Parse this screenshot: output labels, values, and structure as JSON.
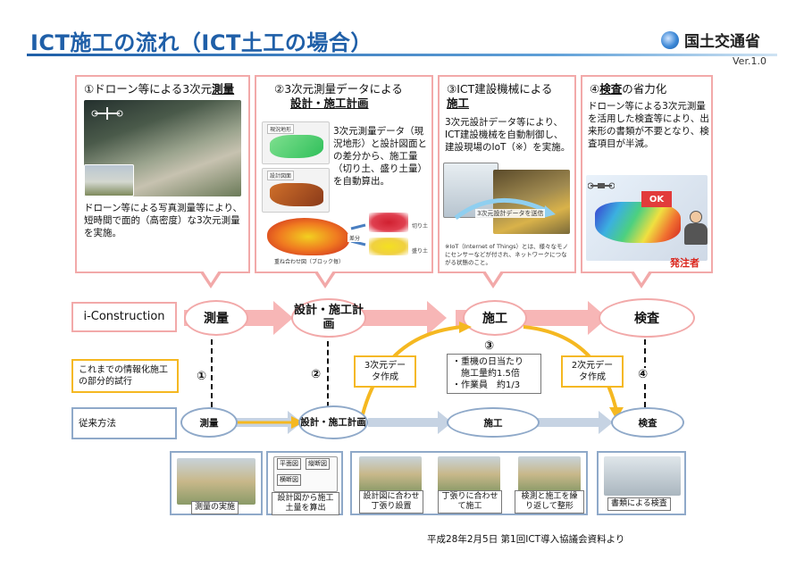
{
  "header": {
    "title": "ICT施工の流れ（ICT土工の場合）",
    "logo_text": "国土交通省",
    "logo_icon": "ministry-logo-icon",
    "version": "Ver.1.0"
  },
  "panels": [
    {
      "head_prefix": "①ドローン等による3次元",
      "head_bold": "測量",
      "desc": "ドローン等による写真測量等により、短時間で面的（高密度）な3次元測量を実施。"
    },
    {
      "head_prefix": "②3次元測量データによる",
      "head_bold": "設計・施工計画",
      "desc": "3次元測量データ（現況地形）と設計図面との差分から、施工量（切り土、盛り土量）を自動算出。",
      "tags": {
        "current": "現況地形",
        "design": "設計図面",
        "diff": "差分",
        "cut": "切り土",
        "fill": "盛り土",
        "overlay": "重ね合わせ図（ブロック毎）"
      }
    },
    {
      "head_prefix": "③ICT建設機械による",
      "head_bold": "施工",
      "desc": "3次元設計データ等により、ICT建設機械を自動制御し、建設現場のIoT（※）を実施。",
      "photo_label": "3次元設計データを送信",
      "footnote": "※IoT（Internet of Things）とは、様々なモノにセンサーなどが付され、ネットワークにつながる状態のこと。"
    },
    {
      "head_prefix": "④",
      "head_bold": "検査",
      "head_suffix": "の省力化",
      "desc": "ドローン等による3次元測量を活用した検査等により、出来形の書類が不要となり、検査項目が半減。",
      "ok_label": "OK",
      "orderer": "発注者"
    }
  ],
  "flow": {
    "i_construction_label": "i-Construction",
    "partial_label": "これまでの情報化施工の部分的試行",
    "conventional_label": "従来方法",
    "ict_nodes": [
      "測量",
      "設計・施工計画",
      "施工",
      "検査"
    ],
    "conv_nodes": [
      "測量",
      "設計・施工計画",
      "施工",
      "検査"
    ],
    "numbers": [
      "①",
      "②",
      "③",
      "④"
    ],
    "callouts": {
      "data3d": "3次元データ作成",
      "data2d": "2次元データ作成",
      "effects": [
        "・重機の日当たり",
        "施工量約1.5倍",
        "・作業員　約1/3"
      ]
    }
  },
  "bottom": {
    "captions": [
      "測量の実施",
      "設計図から施工土量を算出",
      "設計図に合わせ丁張り設置",
      "丁張りに合わせて施工",
      "検測と施工を繰り返して整形",
      "書類による検査"
    ],
    "drawing_tags": [
      "平面図",
      "縦断図",
      "横断図"
    ]
  },
  "source": "平成28年2月5日 第1回ICT導入協議会資料より",
  "colors": {
    "title_blue": "#1f5fa8",
    "ict_pink": "#f2a9a9",
    "orange": "#f5b821",
    "conv_blue": "#8fa9c9",
    "orderer_red": "#d9251c"
  }
}
